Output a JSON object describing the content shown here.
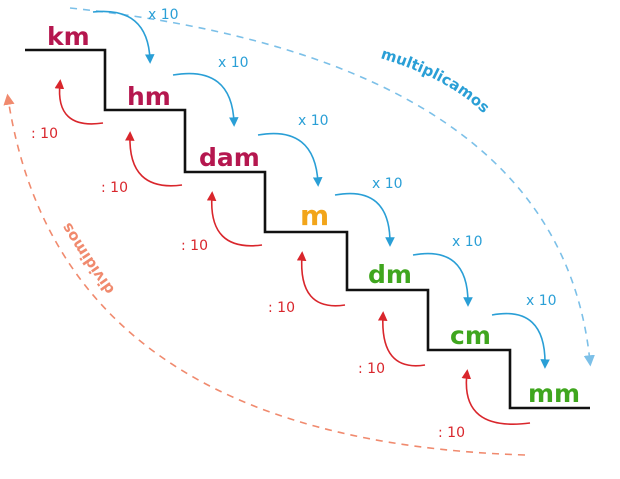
{
  "units": [
    {
      "label": "km",
      "color": "#b5174f"
    },
    {
      "label": "hm",
      "color": "#b5174f"
    },
    {
      "label": "dam",
      "color": "#b5174f"
    },
    {
      "label": "m",
      "color": "#f2a51a"
    },
    {
      "label": "dm",
      "color": "#3fa61e"
    },
    {
      "label": "cm",
      "color": "#3fa61e"
    },
    {
      "label": "mm",
      "color": "#3fa61e"
    }
  ],
  "multiply_label": "x 10",
  "divide_label": ": 10",
  "multiply_text": "multiplicamos",
  "divide_text": "dividimos",
  "colors": {
    "multiply": "#2a9fd6",
    "divide": "#d9262c",
    "multiply_dashed": "#7cc0e8",
    "divide_dashed": "#f08a6e",
    "stairs": "#111111"
  }
}
